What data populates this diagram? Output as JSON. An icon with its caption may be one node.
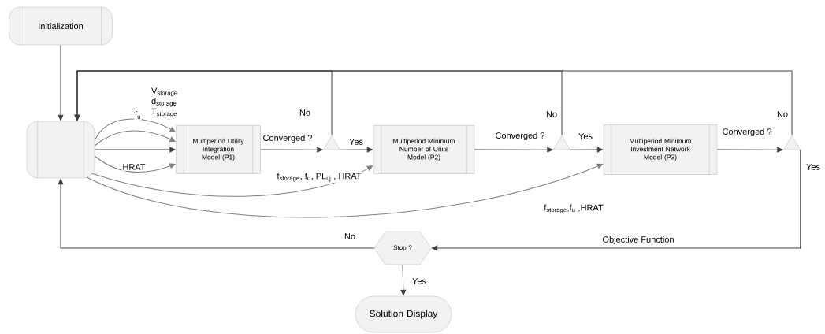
{
  "diagram": {
    "nodes": [
      {
        "text": [
          "Initialization"
        ]
      },
      {
        "text": [],
        "shape": "cylinder"
      },
      {
        "text": [
          "Multiperiod Utility Integration Model (P1)"
        ]
      },
      {
        "text": [],
        "shape": "triangle"
      },
      {
        "text": [
          "Multiperiod Minimum Number of Units Model (P2)"
        ]
      },
      {
        "text": [],
        "shape": "triangle"
      },
      {
        "text": [
          "Multiperiod Minimum Investment Network Model (P3)"
        ]
      },
      {
        "text": [],
        "shape": "triangle"
      },
      {
        "text": [
          "Stop ?"
        ]
      },
      {
        "text": [
          "Solution Display"
        ]
      }
    ],
    "edges": [
      {
        "from": 0,
        "to": 1,
        "arrow": "to"
      },
      {
        "from": 1,
        "to": 2,
        "arrow": "to",
        "color": "#808080",
        "label": "V$_{storage}$ d$_{storage}$ T$_{storage}$"
      },
      {
        "from": 1,
        "to": 2,
        "arrow": "to",
        "color": "#808080",
        "label": "f$_{u}$"
      },
      {
        "from": 1,
        "to": 2,
        "arrow": "to"
      },
      {
        "from": 1,
        "to": 2,
        "arrow": "to",
        "color": "#808080",
        "label": "HRAT"
      },
      {
        "from": 1,
        "to": 4,
        "arrow": "to",
        "color": "#808080",
        "label": "f$_{storage}$, f$_{u}$, PL$_{i,j}$ , HRAT"
      },
      {
        "from": 1,
        "to": 6,
        "arrow": "to",
        "color": "#808080",
        "label": "f$_{storage}$,f$_{u}$ ,HRAT"
      },
      {
        "from": 2,
        "to": 3,
        "arrow": "to",
        "label": "Converged ?"
      },
      {
        "from": 3,
        "to": 4,
        "arrow": "to",
        "label": "Yes"
      },
      {
        "from": 4,
        "to": 5,
        "arrow": "to",
        "label": "Converged ?"
      },
      {
        "from": 5,
        "to": 6,
        "arrow": "to",
        "label": "Yes"
      },
      {
        "from": 6,
        "to": 7,
        "arrow": "to",
        "label": "Converged ?"
      },
      {
        "from": 3,
        "to": 1,
        "arrow": "to",
        "label": "No"
      },
      {
        "from": 5,
        "to": 1,
        "arrow": "to",
        "label": "No"
      },
      {
        "from": 7,
        "to": 1,
        "arrow": "to",
        "label": "No"
      },
      {
        "from": 7,
        "to": 8,
        "arrow": "to",
        "label": "Objective Function"
      },
      {
        "from": 8,
        "to": 1,
        "arrow": "to",
        "label": "No"
      },
      {
        "from": 8,
        "to": 9,
        "arrow": "to",
        "label": "Yes"
      }
    ],
    "labels": [
      "Yes"
    ]
  }
}
